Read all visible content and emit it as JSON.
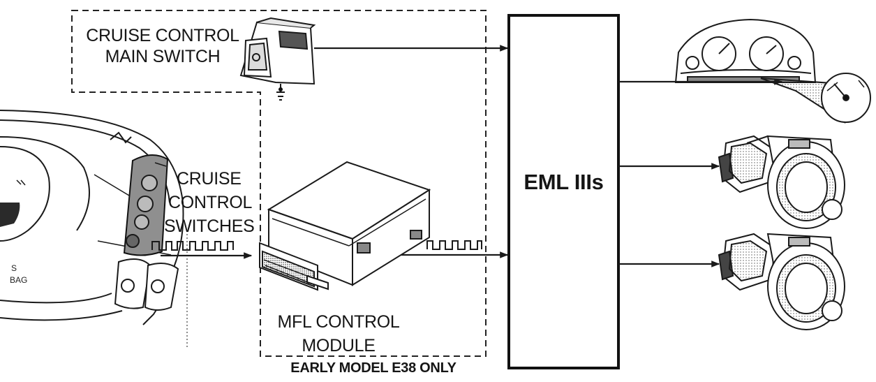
{
  "labels": {
    "main_switch_line1": "CRUISE CONTROL",
    "main_switch_line2": "MAIN SWITCH",
    "switches_line1": "CRUISE",
    "switches_line2": "CONTROL",
    "switches_line3": "SWITCHES",
    "module_line1": "MFL CONTROL",
    "module_line2": "MODULE",
    "eml": "EML IIIs",
    "early_model": "EARLY MODEL E38 ONLY",
    "airbag_fragment_1": "S",
    "airbag_fragment_2": "BAG"
  },
  "colors": {
    "line": "#1a1a1a",
    "background": "#ffffff"
  },
  "icons": {
    "main_switch": "rocker-switch-icon",
    "steering_wheel": "steering-wheel-icon",
    "control_module": "control-module-icon",
    "instrument_cluster": "instrument-cluster-icon",
    "throttle_body": "throttle-body-icon"
  }
}
